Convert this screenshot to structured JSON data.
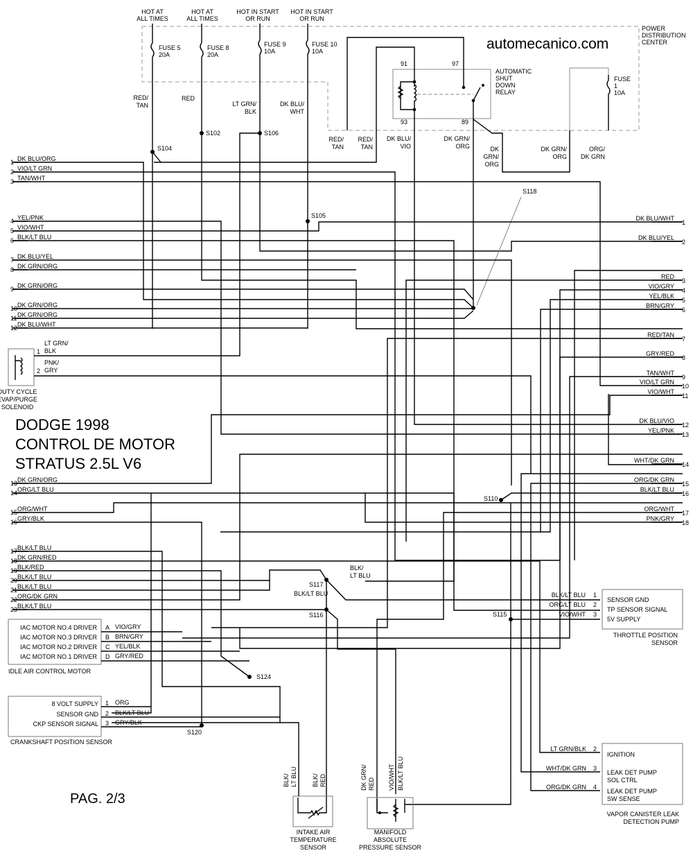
{
  "site": "automecanico.com",
  "title_lines": [
    "DODGE 1998",
    "CONTROL DE MOTOR",
    "STRATUS 2.5L V6"
  ],
  "page_label": "PAG. 2/3",
  "power_center": [
    "POWER",
    "DISTRIBUTION",
    "CENTER"
  ],
  "fuse_headers": [
    [
      "HOT AT",
      "ALL TIMES"
    ],
    [
      "HOT AT",
      "ALL TIMES"
    ],
    [
      "HOT IN START",
      "OR RUN"
    ],
    [
      "HOT IN START",
      "OR RUN"
    ]
  ],
  "fuses": [
    [
      "FUSE 5",
      "20A"
    ],
    [
      "FUSE 8",
      "20A"
    ],
    [
      "FUSE 9",
      "10A"
    ],
    [
      "FUSE 10",
      "10A"
    ],
    [
      "FUSE",
      "1",
      "10A"
    ]
  ],
  "relay_label": [
    "AUTOMATIC",
    "SHUT",
    "DOWN",
    "RELAY"
  ],
  "relay_pins": [
    "91",
    "97",
    "93",
    "89"
  ],
  "wire_labels": {
    "red_tan": [
      "RED/",
      "TAN"
    ],
    "red": "RED",
    "lt_grn_blk": [
      "LT GRN/",
      "BLK"
    ],
    "dk_blu_wht": [
      "DK BLU/",
      "WHT"
    ],
    "red_tan2": [
      "RED/",
      "TAN"
    ],
    "red_tan3": [
      "RED/",
      "TAN"
    ],
    "dk_blu_vio": [
      "DK BLU/",
      "VIO"
    ],
    "dk_grn_org": [
      "DK GRN/",
      "ORG"
    ],
    "dk_grn_org2": [
      "DK",
      "GRN/",
      "ORG"
    ],
    "dk_grn_org3": [
      "DK GRN/",
      "ORG"
    ],
    "org_dk_grn": [
      "ORG/",
      "DK GRN"
    ],
    "blk_lt_blu_mid": [
      "BLK/",
      "LT BLU"
    ],
    "blk_lt_blu_s117": "BLK/LT BLU"
  },
  "splices": [
    "S102",
    "S104",
    "S106",
    "S105",
    "S118",
    "S110",
    "S117",
    "S116",
    "S115",
    "S124",
    "S120"
  ],
  "left_wires": [
    {
      "n": "1",
      "c": "DK BLU/ORG"
    },
    {
      "n": "2",
      "c": "VIO/LT GRN"
    },
    {
      "n": "3",
      "c": "TAN/WHT"
    },
    {
      "n": "4",
      "c": "YEL/PNK"
    },
    {
      "n": "5",
      "c": "VIO/WHT"
    },
    {
      "n": "6",
      "c": "BLK/LT BLU"
    },
    {
      "n": "7",
      "c": "DK BLU/YEL"
    },
    {
      "n": "8",
      "c": "DK GRN/ORG"
    },
    {
      "n": "9",
      "c": "DK GRN/ORG"
    },
    {
      "n": "10",
      "c": "DK GRN/ORG"
    },
    {
      "n": "11",
      "c": "DK GRN/ORG"
    },
    {
      "n": "12",
      "c": "DK BLU/WHT"
    },
    {
      "n": "13",
      "c": "DK GRN/ORG"
    },
    {
      "n": "14",
      "c": "ORG/LT BLU"
    },
    {
      "n": "15",
      "c": "ORG/WHT"
    },
    {
      "n": "16",
      "c": "GRY/BLK"
    },
    {
      "n": "17",
      "c": "BLK/LT BLU"
    },
    {
      "n": "18",
      "c": "DK GRN/RED"
    },
    {
      "n": "19",
      "c": "BLK/RED"
    },
    {
      "n": "20",
      "c": "BLK/LT BLU"
    },
    {
      "n": "21",
      "c": "BLK/LT BLU"
    },
    {
      "n": "22",
      "c": "ORG/DK GRN"
    },
    {
      "n": "23",
      "c": "BLK/LT BLU"
    }
  ],
  "right_wires": [
    {
      "n": "1",
      "c": "DK BLU/WHT"
    },
    {
      "n": "2",
      "c": "DK BLU/YEL"
    },
    {
      "n": "3",
      "c": "RED"
    },
    {
      "n": "4",
      "c": "VIO/GRY"
    },
    {
      "n": "5",
      "c": "YEL/BLK"
    },
    {
      "n": "6",
      "c": "BRN/GRY"
    },
    {
      "n": "7",
      "c": "RED/TAN"
    },
    {
      "n": "8",
      "c": "GRY/RED"
    },
    {
      "n": "9",
      "c": "TAN/WHT"
    },
    {
      "n": "10",
      "c": "VIO/LT GRN"
    },
    {
      "n": "11",
      "c": "VIO/WHT"
    },
    {
      "n": "12",
      "c": "DK BLU/VIO"
    },
    {
      "n": "13",
      "c": "YEL/PNK"
    },
    {
      "n": "14",
      "c": "WHT/DK GRN"
    },
    {
      "n": "15",
      "c": "ORG/DK GRN"
    },
    {
      "n": "16",
      "c": "BLK/LT BLU"
    },
    {
      "n": "17",
      "c": "ORG/WHT"
    },
    {
      "n": "18",
      "c": "PNK/GRY"
    }
  ],
  "evap_solenoid": {
    "name": [
      "DUTY CYCLE",
      "EVAP/PURGE",
      "SOLENOID"
    ],
    "pins": [
      {
        "n": "1",
        "c": [
          "LT GRN/",
          "BLK"
        ]
      },
      {
        "n": "2",
        "c": [
          "PNK/",
          "GRY"
        ]
      }
    ]
  },
  "iac_motor": {
    "name": "IDLE AIR CONTROL MOTOR",
    "rows": [
      {
        "label": "IAC MOTOR NO.4 DRIVER",
        "pin": "A",
        "c": "VIO/GRY"
      },
      {
        "label": "IAC MOTOR NO.3 DRIVER",
        "pin": "B",
        "c": "BRN/GRY"
      },
      {
        "label": "IAC MOTOR NO.2 DRIVER",
        "pin": "C",
        "c": "YEL/BLK"
      },
      {
        "label": "IAC MOTOR NO.1 DRIVER",
        "pin": "D",
        "c": "GRY/RED"
      }
    ]
  },
  "ckp_sensor": {
    "name": "CRANKSHAFT POSITION SENSOR",
    "rows": [
      {
        "label": "8 VOLT SUPPLY",
        "pin": "1",
        "c": "ORG"
      },
      {
        "label": "SENSOR GND",
        "pin": "2",
        "c": "BLK/LT BLU"
      },
      {
        "label": "CKP SENSOR SIGNAL",
        "pin": "3",
        "c": "GRY/BLK"
      }
    ]
  },
  "tps": {
    "name": [
      "THROTTLE POSITION",
      "SENSOR"
    ],
    "rows": [
      {
        "label": "SENSOR GND",
        "pin": "1",
        "c": "BLK/LT BLU"
      },
      {
        "label": "TP SENSOR SIGNAL",
        "pin": "2",
        "c": "ORG/LT BLU"
      },
      {
        "label": "5V SUPPLY",
        "pin": "3",
        "c": "VIO/WHT"
      }
    ]
  },
  "vapor_pump": {
    "name": [
      "VAPOR CANISTER LEAK",
      "DETECTION PUMP"
    ],
    "rows": [
      {
        "label": [
          "IGNITION"
        ],
        "pin": "2",
        "c": "LT GRN/BLK"
      },
      {
        "label": [
          "LEAK DET PUMP",
          "SOL CTRL"
        ],
        "pin": "3",
        "c": "WHT/DK GRN"
      },
      {
        "label": [
          "LEAK DET PUMP",
          "SW SENSE"
        ],
        "pin": "4",
        "c": "ORG/DK GRN"
      }
    ]
  },
  "iat_sensor": {
    "name": [
      "INTAKE AIR",
      "TEMPERATURE",
      "SENSOR"
    ],
    "wires": [
      [
        "BLK/",
        "LT BLU"
      ],
      [
        "BLK/",
        "RED"
      ]
    ]
  },
  "map_sensor": {
    "name": [
      "MANIFOLD",
      "ABSOLUTE",
      "PRESSURE SENSOR"
    ],
    "wires": [
      [
        "DK GRN/",
        "RED"
      ],
      [
        "VIO/WHT"
      ],
      [
        "BLK/LT BLU"
      ]
    ]
  }
}
